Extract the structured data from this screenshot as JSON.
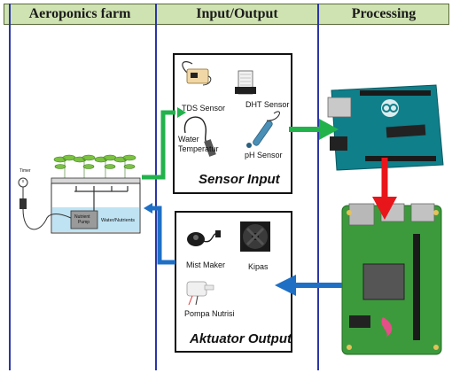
{
  "headers": {
    "farm": "Aeroponics farm",
    "io": "Input/Output",
    "processing": "Processing"
  },
  "sensor_panel": {
    "title": "Sensor Input",
    "tds": "TDS Sensor",
    "dht": "DHT Sensor",
    "water_temp_line1": "Water",
    "water_temp_line2": "Temperatur",
    "ph": "pH Sensor"
  },
  "actuator_panel": {
    "title": "Aktuator Output",
    "mist": "Mist Maker",
    "fan": "Kipas",
    "pump": "Pompa Nutrisi"
  },
  "farm": {
    "timer": "Timer",
    "pump_line1": "Nutrient",
    "pump_line2": "Pump",
    "solution": "Water/Nutrients"
  },
  "colors": {
    "header_bg": "#cfe3b2",
    "column_line": "#2b35a6",
    "arrow_green": "#22b24c",
    "arrow_red": "#e8161b",
    "arrow_blue": "#1f6fc5"
  }
}
